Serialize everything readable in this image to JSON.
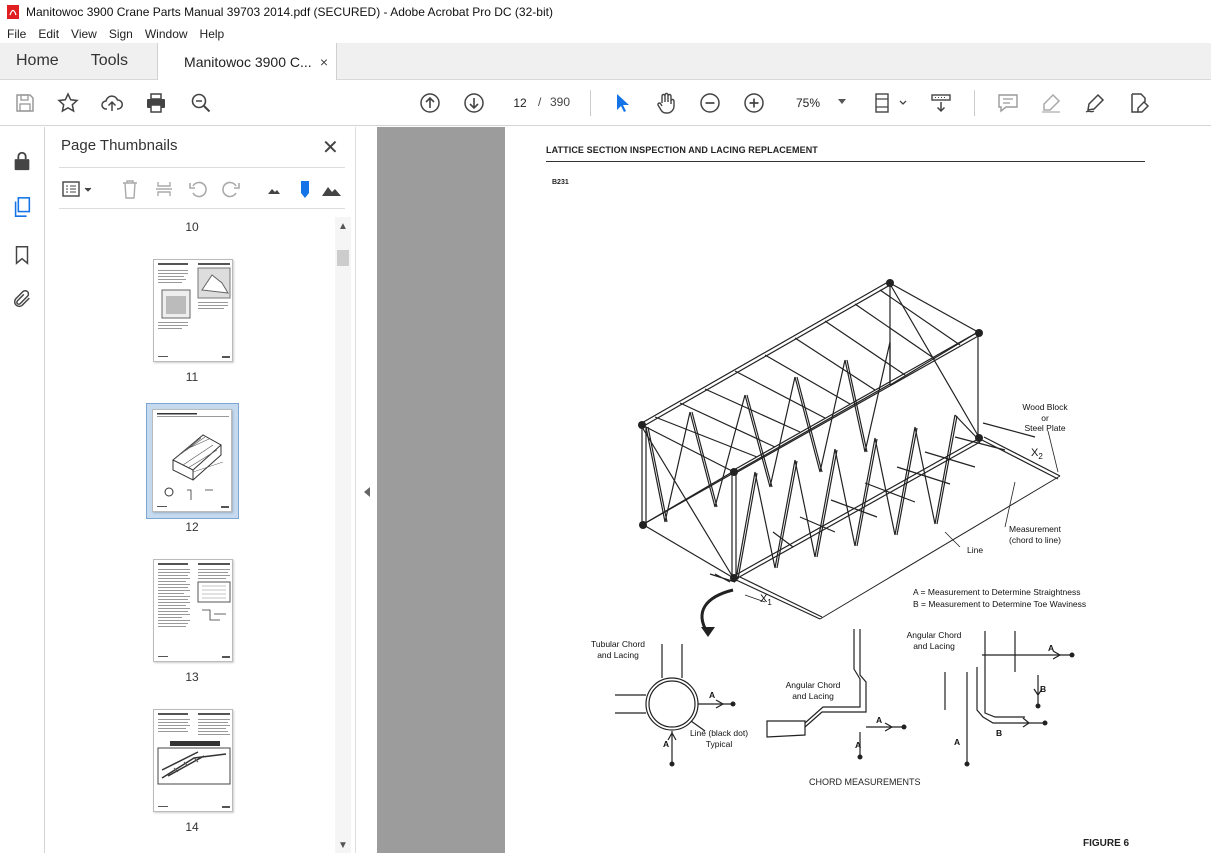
{
  "window": {
    "title": "Manitowoc 3900 Crane Parts Manual 39703 2014.pdf (SECURED) - Adobe Acrobat Pro DC (32-bit)"
  },
  "menu": [
    "File",
    "Edit",
    "View",
    "Sign",
    "Window",
    "Help"
  ],
  "tabs": {
    "home": "Home",
    "tools": "Tools",
    "document": "Manitowoc 3900 C...",
    "close": "×"
  },
  "toolbar": {
    "current_page": "12",
    "separator": "/",
    "total_pages": "390",
    "zoom": "75%"
  },
  "panel": {
    "title": "Page Thumbnails",
    "close": "✕",
    "thumbnails": [
      {
        "label": "10"
      },
      {
        "label": "11"
      },
      {
        "label": "12",
        "selected": true
      },
      {
        "label": "13"
      },
      {
        "label": "14"
      }
    ]
  },
  "page": {
    "heading": "LATTICE SECTION INSPECTION AND LACING REPLACEMENT",
    "code": "B231",
    "figure": "FIGURE 6",
    "caption": "CHORD MEASUREMENTS",
    "labels": {
      "wood_block_1": "Wood Block",
      "wood_block_2": "or",
      "wood_block_3": "Steel Plate",
      "x2": "X",
      "x2_sub": "2",
      "x1": "X",
      "x1_sub": "1",
      "measurement_1": "Measurement",
      "measurement_2": "(chord to line)",
      "line": "Line",
      "legend_a": "A = Measurement to Determine Straightness",
      "legend_b": "B = Measurement to Determine Toe Waviness",
      "tubular_1": "Tubular Chord",
      "tubular_2": "and Lacing",
      "angular_mid_1": "Angular Chord",
      "angular_mid_2": "and Lacing",
      "angular_right_1": "Angular Chord",
      "angular_right_2": "and Lacing",
      "line_dot_1": "Line (black dot)",
      "line_dot_2": "Typical",
      "A": "A",
      "B": "B"
    }
  },
  "colors": {
    "accent": "#1473e6",
    "doc_background": "#9c9c9c",
    "selected_thumb": "#c5d9ef"
  }
}
